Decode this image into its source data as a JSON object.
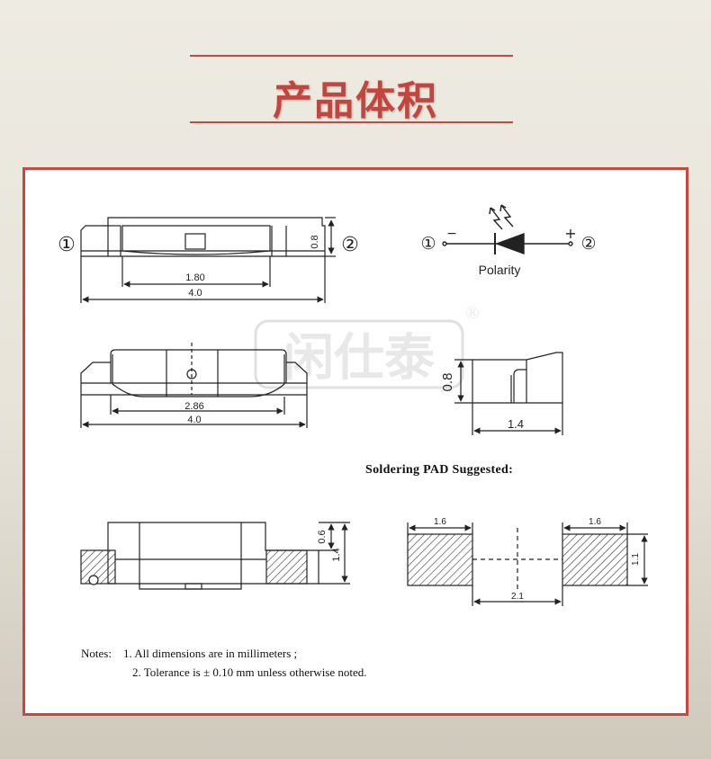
{
  "page": {
    "title": "产品体积"
  },
  "colors": {
    "accent": "#c9473f",
    "line": "#222222",
    "hatch": "#333333"
  },
  "top_view": {
    "pin_left": "①",
    "pin_right": "②",
    "height": "0.8",
    "inner_width": "1.80",
    "total_width": "4.0"
  },
  "polarity": {
    "pin_left": "①",
    "pin_right": "②",
    "minus": "−",
    "plus": "+",
    "label": "Polarity"
  },
  "watermark": {
    "text": "闲仕泰",
    "mark": "®"
  },
  "front_view": {
    "inner_width": "2.86",
    "total_width": "4.0"
  },
  "side_view": {
    "height": "0.8",
    "width": "1.4"
  },
  "soldering": {
    "heading": "Soldering PAD Suggested:"
  },
  "bottom_view": {
    "h_small": "0.6",
    "h_total": "1.4"
  },
  "pad": {
    "left_width": "1.6",
    "right_width": "1.6",
    "height": "1.1",
    "gap": "2.1"
  },
  "notes": {
    "label": "Notes:",
    "line1": "1. All dimensions are in millimeters ;",
    "line2": "2. Tolerance is ± 0.10 mm unless otherwise noted."
  }
}
